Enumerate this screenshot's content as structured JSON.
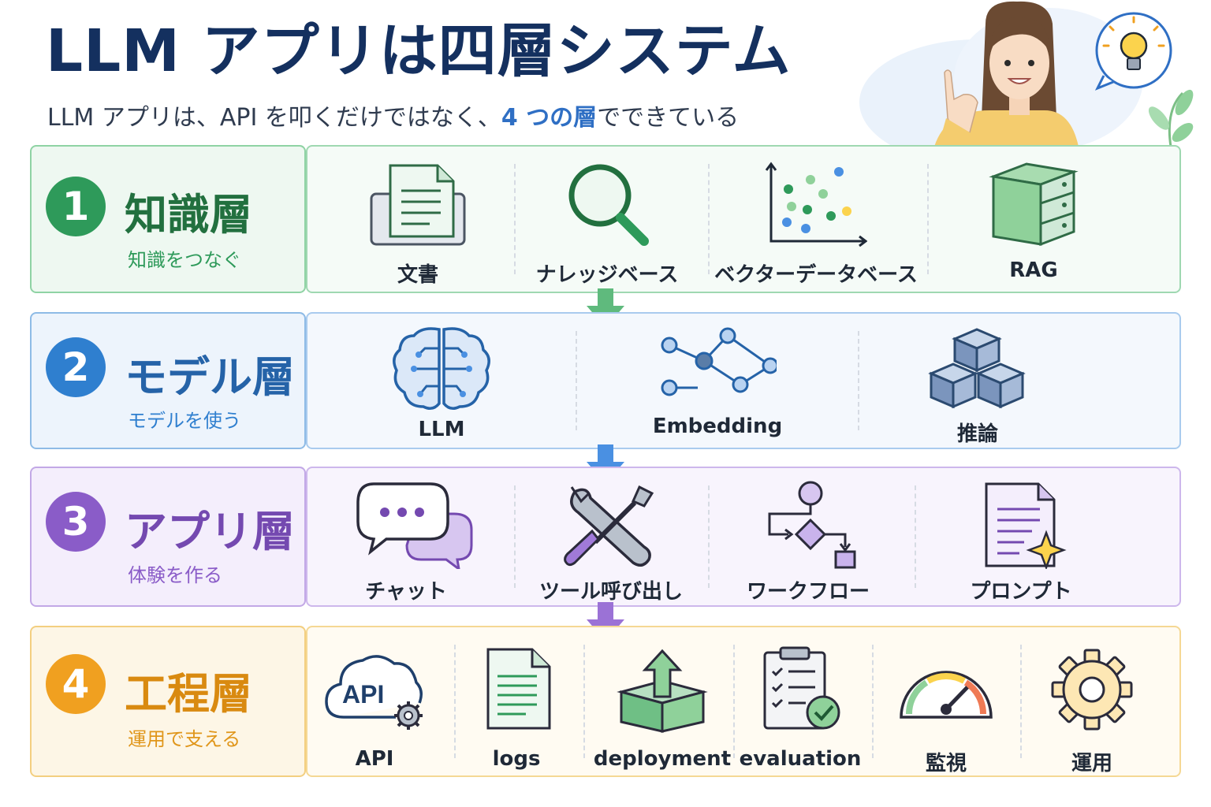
{
  "title": "LLM アプリは四層システム",
  "subtitle": {
    "before": "LLM アプリは、API を叩くだけではなく、",
    "highlight": "4 つの層",
    "after": "でできている"
  },
  "layers": [
    {
      "number": "1",
      "name": "知識層",
      "subtitle": "知識をつなぐ",
      "color": "#2e9a5a",
      "items": [
        {
          "label": "文書",
          "icon": "document-stack-icon"
        },
        {
          "label": "ナレッジベース",
          "icon": "magnifier-icon"
        },
        {
          "label": "ベクターデータベース",
          "icon": "scatter-plot-icon"
        },
        {
          "label": "RAG",
          "icon": "server-cube-icon"
        }
      ]
    },
    {
      "number": "2",
      "name": "モデル層",
      "subtitle": "モデルを使う",
      "color": "#2f7fcf",
      "items": [
        {
          "label": "LLM",
          "icon": "brain-circuit-icon"
        },
        {
          "label": "Embedding",
          "icon": "node-graph-icon"
        },
        {
          "label": "推論",
          "icon": "stacked-cubes-icon"
        }
      ]
    },
    {
      "number": "3",
      "name": "アプリ層",
      "subtitle": "体験を作る",
      "color": "#8a5cc8",
      "items": [
        {
          "label": "チャット",
          "icon": "chat-bubbles-icon"
        },
        {
          "label": "ツール呼び出し",
          "icon": "wrench-screwdriver-icon"
        },
        {
          "label": "ワークフロー",
          "icon": "flowchart-icon"
        },
        {
          "label": "プロンプト",
          "icon": "prompt-document-icon"
        }
      ]
    },
    {
      "number": "4",
      "name": "工程層",
      "subtitle": "運用で支える",
      "color": "#f0a020",
      "items": [
        {
          "label": "API",
          "icon": "api-cloud-gear-icon",
          "icon_text": "API"
        },
        {
          "label": "logs",
          "icon": "log-file-icon"
        },
        {
          "label": "deployment",
          "icon": "deploy-box-icon"
        },
        {
          "label": "evaluation",
          "icon": "clipboard-check-icon"
        },
        {
          "label": "監視",
          "icon": "gauge-icon"
        },
        {
          "label": "運用",
          "icon": "gear-icon"
        }
      ]
    }
  ],
  "colors": {
    "title": "#14305f",
    "highlight": "#2f6fc4",
    "green": "#2e9a5a",
    "blue": "#2f7fcf",
    "purple": "#8a5cc8",
    "orange": "#f0a020"
  }
}
